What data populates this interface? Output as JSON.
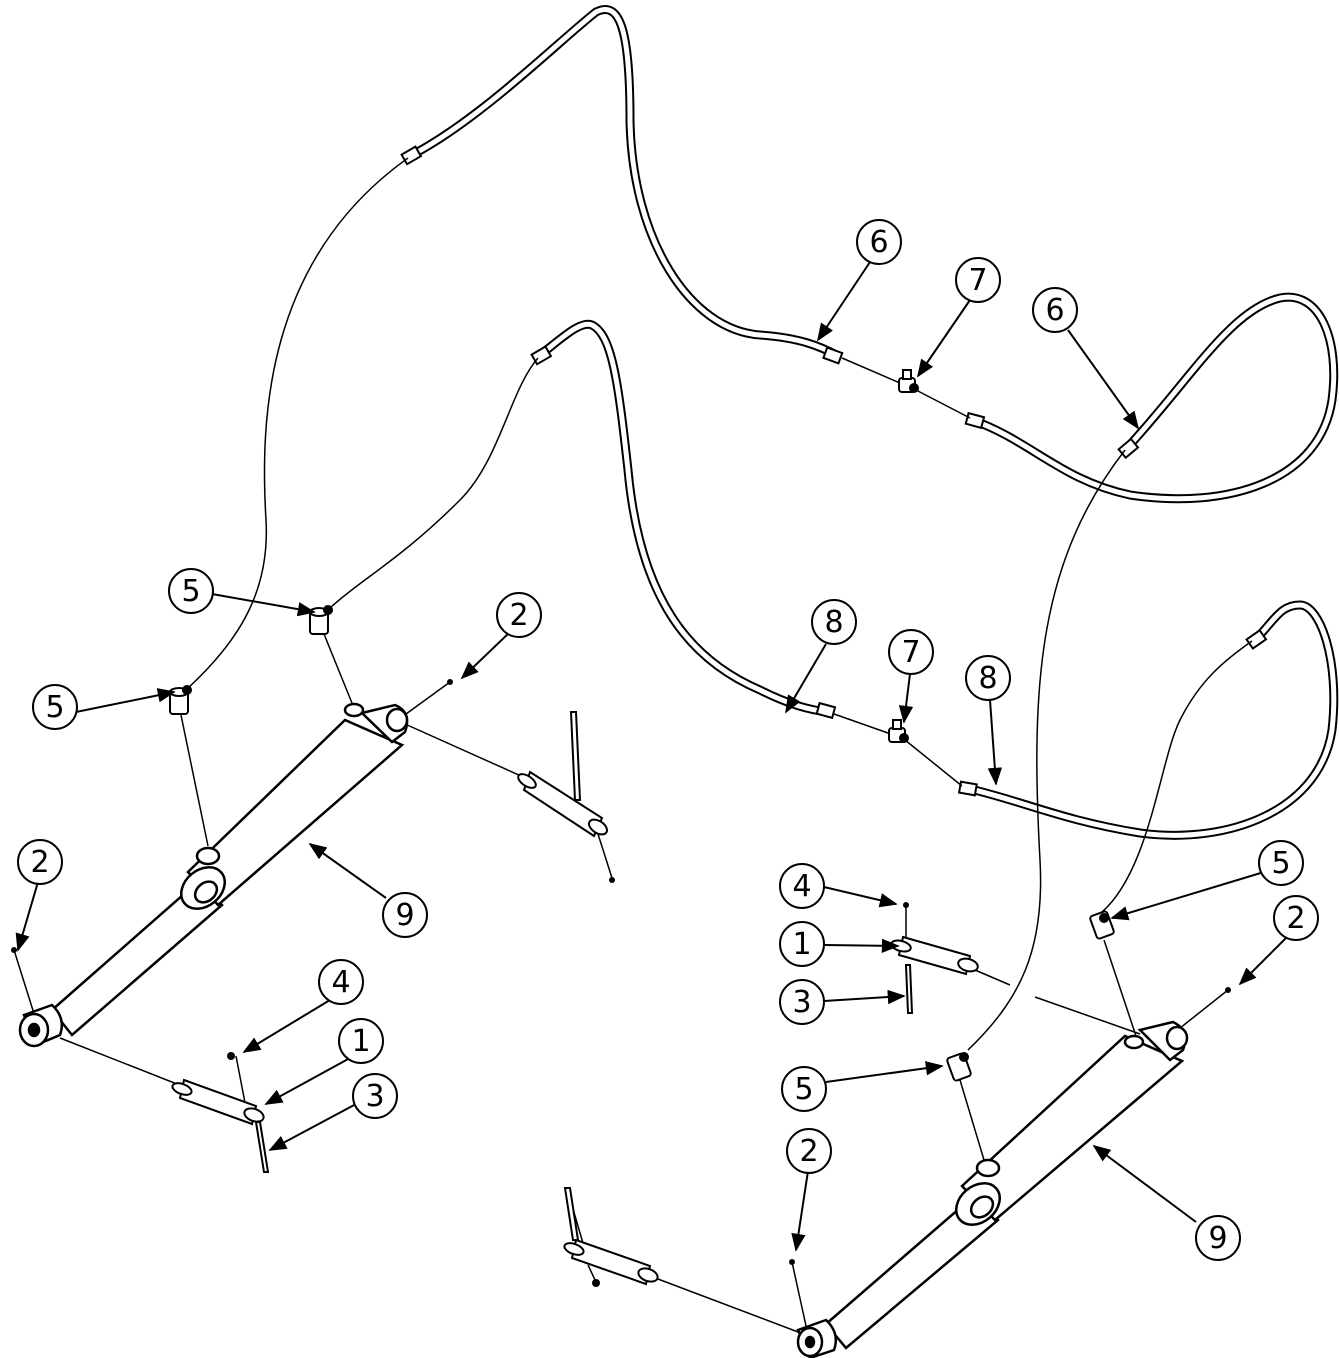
{
  "colors": {
    "line": "#000000",
    "background": "#ffffff"
  },
  "balloons": [
    {
      "id": "b6a",
      "label": "6"
    },
    {
      "id": "b7a",
      "label": "7"
    },
    {
      "id": "b6b",
      "label": "6"
    },
    {
      "id": "b5a",
      "label": "5"
    },
    {
      "id": "b2a",
      "label": "2"
    },
    {
      "id": "b5b",
      "label": "5"
    },
    {
      "id": "b8a",
      "label": "8"
    },
    {
      "id": "b7b",
      "label": "7"
    },
    {
      "id": "b8b",
      "label": "8"
    },
    {
      "id": "b9a",
      "label": "9"
    },
    {
      "id": "b2b",
      "label": "2"
    },
    {
      "id": "b4a",
      "label": "4"
    },
    {
      "id": "b1a",
      "label": "1"
    },
    {
      "id": "b3a",
      "label": "3"
    },
    {
      "id": "b4b",
      "label": "4"
    },
    {
      "id": "b1b",
      "label": "1"
    },
    {
      "id": "b3b",
      "label": "3"
    },
    {
      "id": "b5c",
      "label": "5"
    },
    {
      "id": "b2c",
      "label": "2"
    },
    {
      "id": "b5d",
      "label": "5"
    },
    {
      "id": "b2d",
      "label": "2"
    },
    {
      "id": "b9b",
      "label": "9"
    }
  ]
}
